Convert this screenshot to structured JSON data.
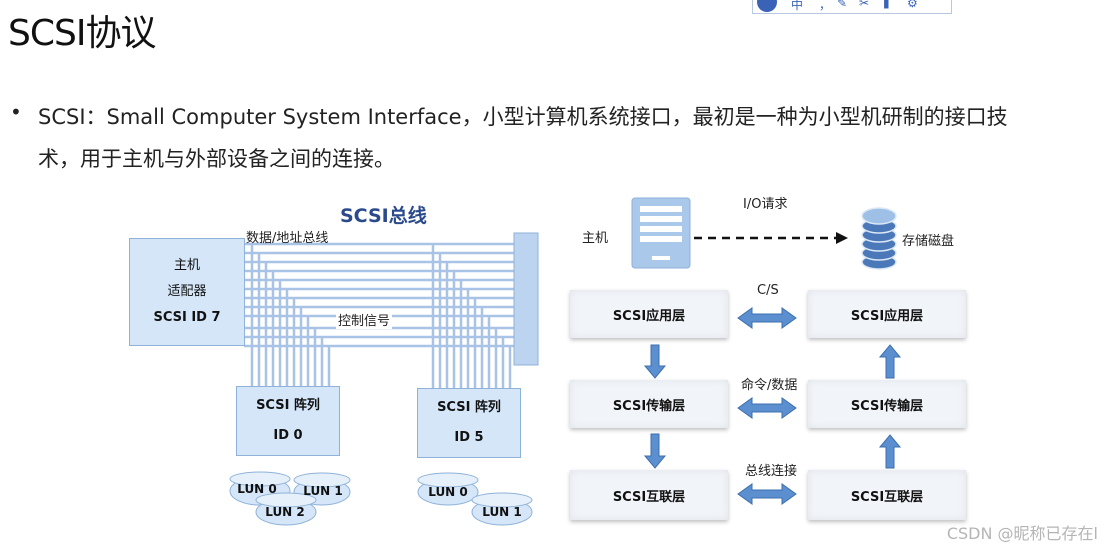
{
  "title": "SCSI协议",
  "toolbar": {
    "items": [
      "中",
      "，",
      "✎",
      "✂",
      "▮",
      "⚙"
    ],
    "left_icon": "logo-icon"
  },
  "bullet": {
    "line1": "SCSI：Small Computer System Interface，小型计算机系统接口，最初是一种为小型机研制的接口技",
    "line2": "术，用于主机与外部设备之间的连接。"
  },
  "bus_diagram": {
    "title": "SCSI总线",
    "data_bus_label": "数据/地址总线",
    "control_label": "控制信号",
    "host_adapter": {
      "line1": "主机",
      "line2": "适配器",
      "line3": "SCSI ID 7"
    },
    "array_a": {
      "line1": "SCSI 阵列",
      "line2": "ID 0",
      "luns": [
        "LUN 0",
        "LUN 1",
        "LUN 2"
      ]
    },
    "array_b": {
      "line1": "SCSI 阵列",
      "line2": "ID 5",
      "luns": [
        "LUN 0",
        "LUN 1"
      ]
    }
  },
  "layer_diagram": {
    "host_label": "主机",
    "io_request": "I/O请求",
    "storage_label": "存储磁盘",
    "cs_label": "C/S",
    "cmd_label": "命令/数据",
    "bus_conn_label": "总线连接",
    "left_layers": [
      "SCSI应用层",
      "SCSI传输层",
      "SCSI互联层"
    ],
    "right_layers": [
      "SCSI应用层",
      "SCSI传输层",
      "SCSI互联层"
    ]
  },
  "watermark": "CSDN @昵称已存在l",
  "colors": {
    "bus_line": "#a9c3e6",
    "box_fill": "#d4e6f8",
    "arrow_fill": "#5b8fd0",
    "title_blue": "#2b4a8c"
  }
}
